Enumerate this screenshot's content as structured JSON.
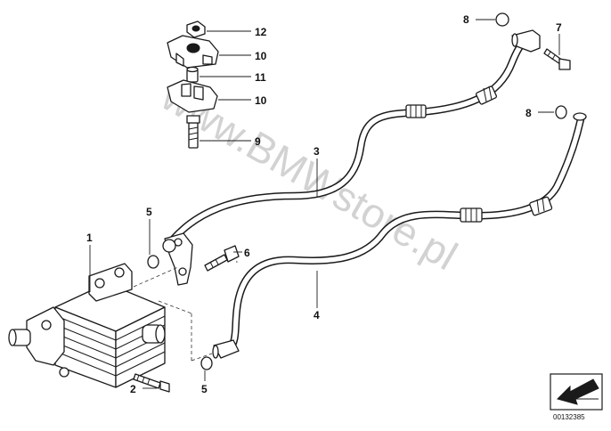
{
  "watermark": "www.BMWstore.pl",
  "diagram_ref": "00132385",
  "callouts": [
    {
      "id": "c12",
      "label": "12"
    },
    {
      "id": "c10a",
      "label": "10"
    },
    {
      "id": "c11",
      "label": "11"
    },
    {
      "id": "c10b",
      "label": "10"
    },
    {
      "id": "c9",
      "label": "9"
    },
    {
      "id": "c3",
      "label": "3"
    },
    {
      "id": "c8a",
      "label": "8"
    },
    {
      "id": "c7",
      "label": "7"
    },
    {
      "id": "c8b",
      "label": "8"
    },
    {
      "id": "c1",
      "label": "1"
    },
    {
      "id": "c5a",
      "label": "5"
    },
    {
      "id": "c6",
      "label": "6"
    },
    {
      "id": "c4",
      "label": "4"
    },
    {
      "id": "c2",
      "label": "2"
    },
    {
      "id": "c5b",
      "label": "5"
    }
  ]
}
